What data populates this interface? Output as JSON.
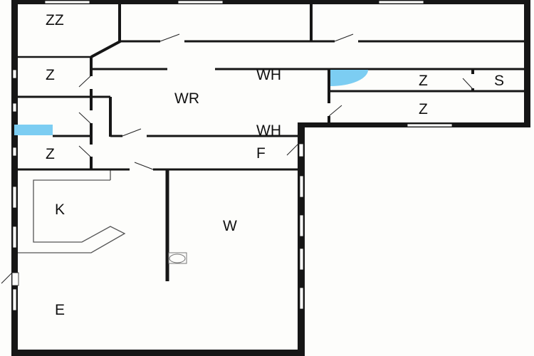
{
  "plan": {
    "rooms": [
      {
        "id": "zz",
        "label": "ZZ"
      },
      {
        "id": "z1",
        "label": "Z"
      },
      {
        "id": "wr",
        "label": "WR"
      },
      {
        "id": "wh1",
        "label": "WH"
      },
      {
        "id": "wh2",
        "label": "WH"
      },
      {
        "id": "z2",
        "label": "Z"
      },
      {
        "id": "f",
        "label": "F"
      },
      {
        "id": "z3",
        "label": "Z"
      },
      {
        "id": "s",
        "label": "S"
      },
      {
        "id": "z4",
        "label": "Z"
      },
      {
        "id": "k",
        "label": "K"
      },
      {
        "id": "w",
        "label": "W"
      },
      {
        "id": "e",
        "label": "E"
      }
    ],
    "colors": {
      "wall": "#161616",
      "fixture_blue": "#7ccdf2",
      "background": "#fdfdfb"
    }
  }
}
